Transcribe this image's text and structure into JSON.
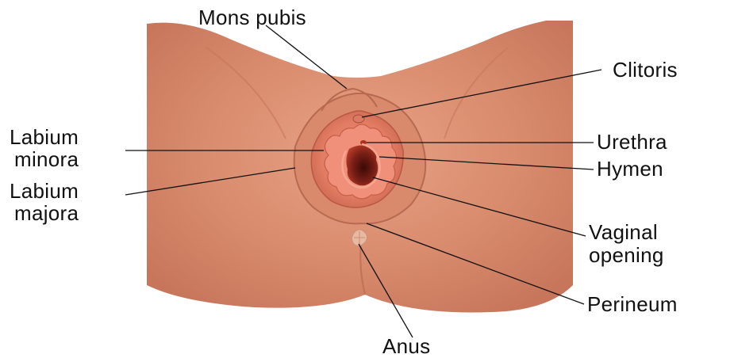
{
  "labels": {
    "mons_pubis": "Mons pubis",
    "clitoris": "Clitoris",
    "labium_minora_line1": "Labium",
    "labium_minora_line2": "minora",
    "urethra": "Urethra",
    "hymen": "Hymen",
    "labium_majora_line1": "Labium",
    "labium_majora_line2": "majora",
    "vaginal_opening_line1": "Vaginal",
    "vaginal_opening_line2": "opening",
    "perineum": "Perineum",
    "anus": "Anus"
  },
  "colors": {
    "skin": "#d88a6c",
    "skin_shadow": "#c47358",
    "skin_highlight": "#e9a58a",
    "labia_minora": "#e07a62",
    "inner_pink": "#ee8a78",
    "opening_dark": "#7a1f16",
    "leader_line": "#111111"
  }
}
